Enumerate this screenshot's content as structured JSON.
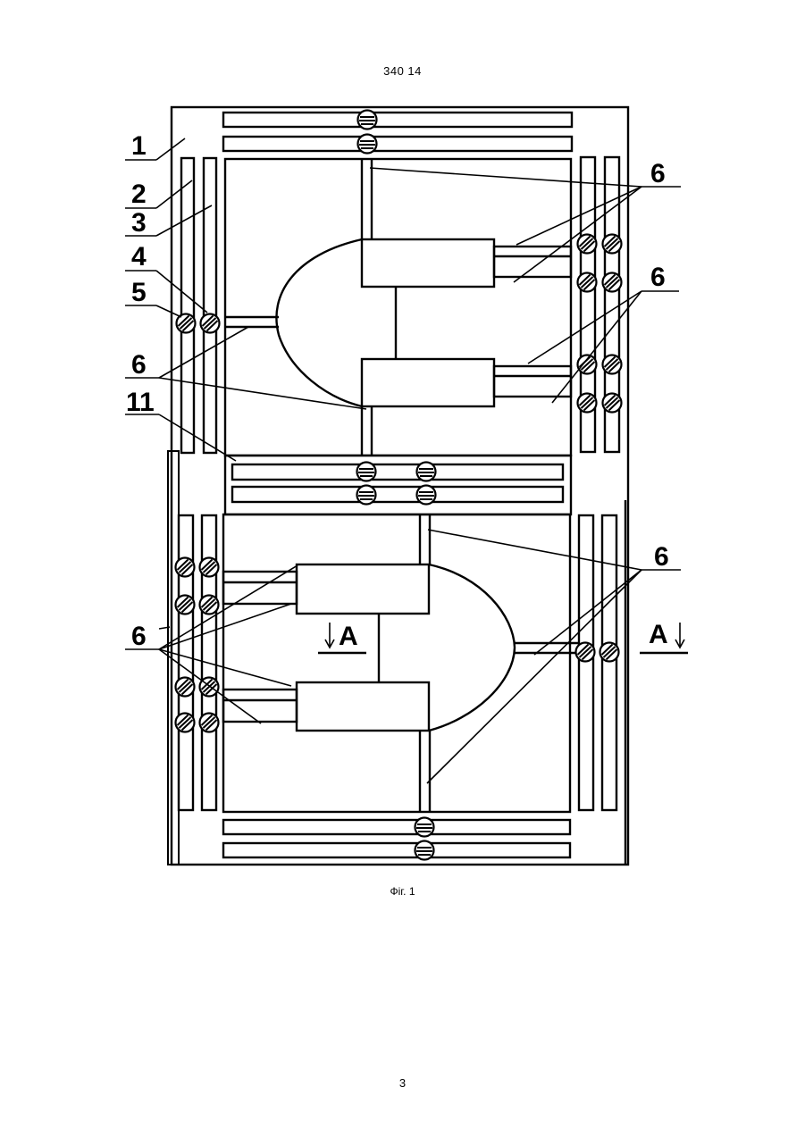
{
  "document": {
    "header": "340 14",
    "caption": "Фіг. 1",
    "page_number": "3"
  },
  "labels": {
    "l1": "1",
    "l2": "2",
    "l3": "3",
    "l4": "4",
    "l5": "5",
    "l6a": "6",
    "l6b": "6",
    "l6c": "6",
    "l6d": "6",
    "l6e": "6",
    "l11": "11",
    "section_left": "A",
    "section_right": "A"
  }
}
